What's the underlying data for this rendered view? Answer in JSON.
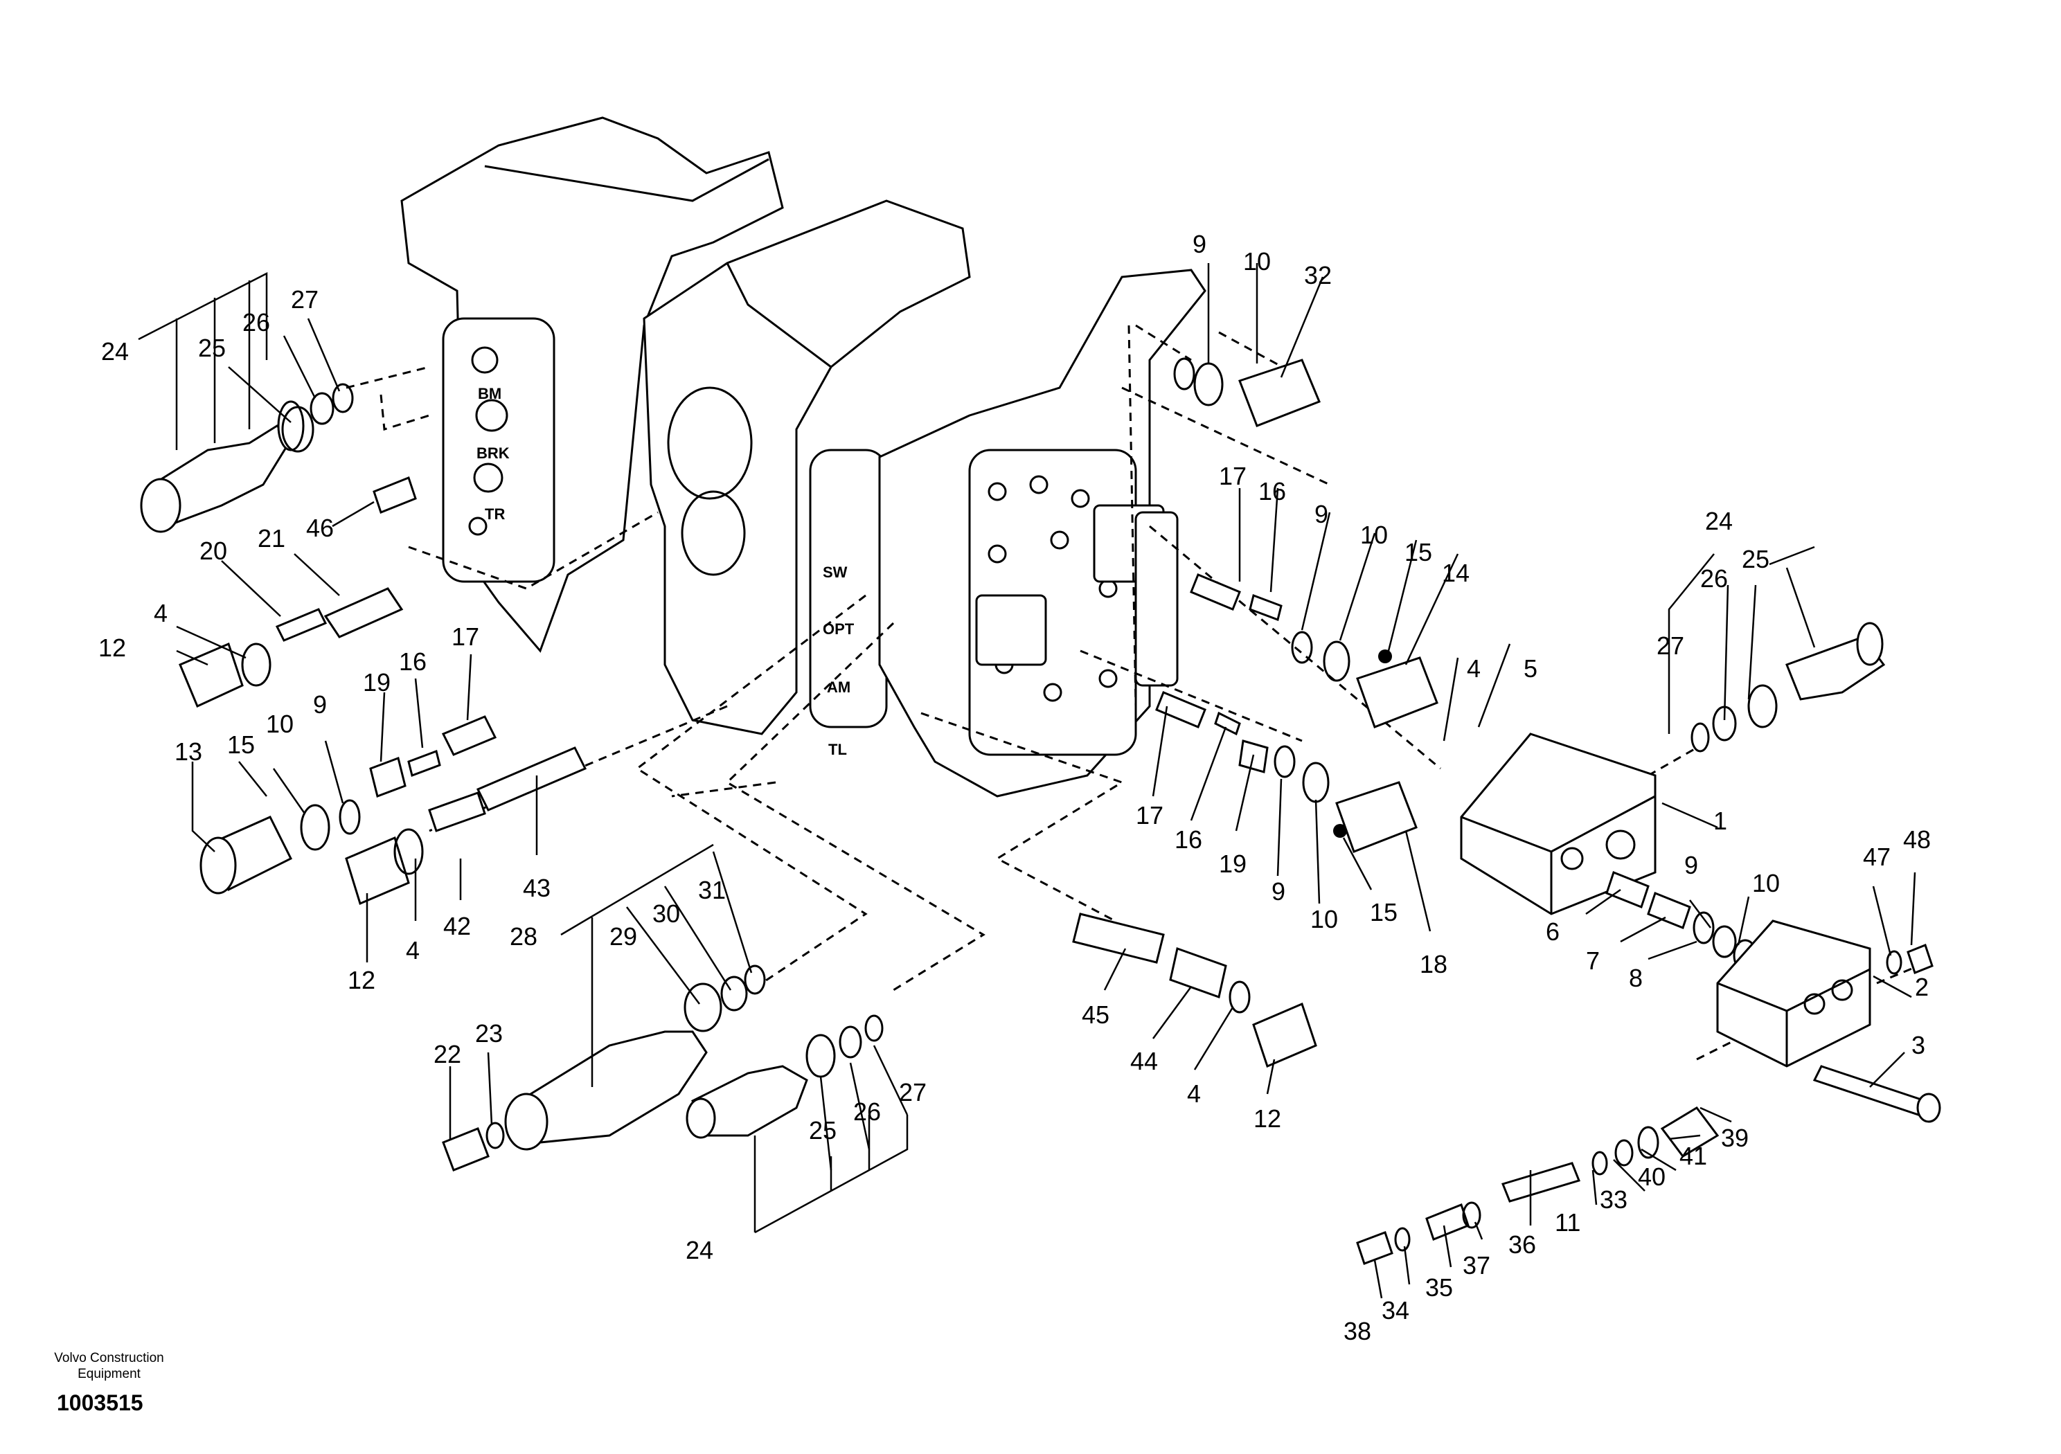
{
  "diagram": {
    "ports": [
      "BM",
      "BRK",
      "TR",
      "SW",
      "OPT",
      "AM",
      "TL"
    ],
    "callouts": {
      "c1": "1",
      "c2": "2",
      "c3": "3",
      "c4": "4",
      "c5": "5",
      "c6": "6",
      "c7": "7",
      "c8": "8",
      "c9": "9",
      "c10": "10",
      "c11": "11",
      "c12": "12",
      "c13": "13",
      "c14": "14",
      "c15": "15",
      "c16": "16",
      "c17": "17",
      "c18": "18",
      "c19": "19",
      "c20": "20",
      "c21": "21",
      "c22": "22",
      "c23": "23",
      "c24": "24",
      "c25": "25",
      "c26": "26",
      "c27": "27",
      "c28": "28",
      "c29": "29",
      "c30": "30",
      "c31": "31",
      "c32": "32",
      "c33": "33",
      "c34": "34",
      "c35": "35",
      "c36": "36",
      "c37": "37",
      "c38": "38",
      "c39": "39",
      "c40": "40",
      "c41": "41",
      "c42": "42",
      "c43": "43",
      "c44": "44",
      "c45": "45",
      "c46": "46",
      "c47": "47",
      "c48": "48"
    }
  },
  "footer": {
    "maker_line1": "Volvo Construction",
    "maker_line2": "Equipment",
    "figure_number": "1003515"
  }
}
